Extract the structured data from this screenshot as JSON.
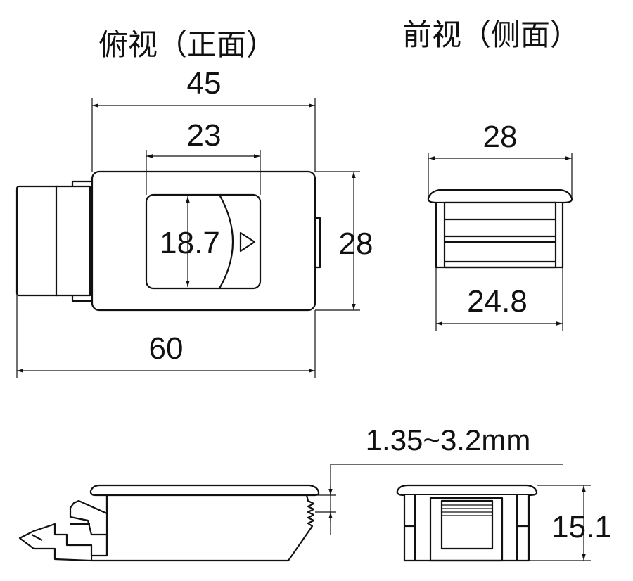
{
  "titles": {
    "top_view": "俯视（正面）",
    "front_view": "前视（侧面）"
  },
  "dimensions": {
    "overall_width": "45",
    "window_width": "23",
    "window_height": "18.7",
    "body_height": "28",
    "total_length": "60",
    "front_width": "28",
    "front_inner_width": "24.8",
    "panel_thickness": "1.35~3.2mm",
    "depth": "15.1"
  },
  "colors": {
    "line": "#111111",
    "background": "#ffffff"
  }
}
